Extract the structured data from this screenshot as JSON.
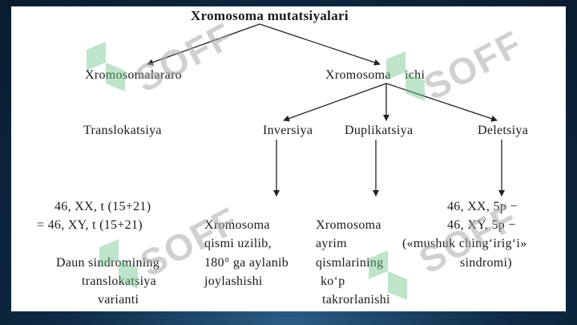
{
  "title": "Xromosoma mutatsiyalari",
  "level1": {
    "left": "Xromosomalararo",
    "right": "Xromosoma    ichi"
  },
  "level2": {
    "translokatsiya": "Translokatsiya",
    "inversiya": "Inversiya",
    "duplikatsiya": "Duplikatsiya",
    "deletsiya": "Deletsiya"
  },
  "details": {
    "translokatsiya": [
      "46, XX, t (15+21)",
      "= 46, XY, t (15+21)",
      "Daun sindromining",
      "translokatsiya",
      "varianti"
    ],
    "inversiya": [
      "Xromosoma",
      "qismi uzilib,",
      "180° ga aylanib",
      "joylashishi"
    ],
    "duplikatsiya": [
      "Xromosoma",
      "ayrim",
      "qismlarining",
      "ko‘p",
      "takrorlanishi"
    ],
    "deletsiya": [
      "46, XX, 5p −",
      "46, XY, 5p −",
      "(«mushuk ching‘irig‘i»",
      "sindromi)"
    ]
  },
  "watermark": "SOFF",
  "colors": {
    "line": "#222222",
    "background": "#0e2a45",
    "watermark": "#aaaaaa",
    "logo": "#6fc48a"
  }
}
